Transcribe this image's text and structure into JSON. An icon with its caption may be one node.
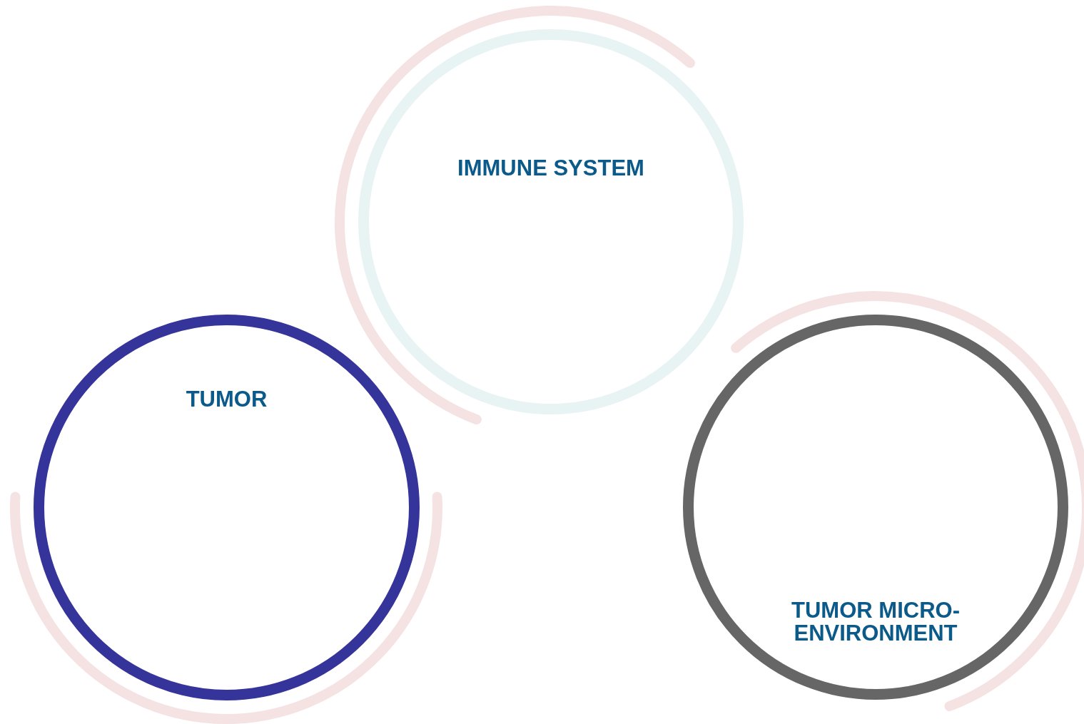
{
  "diagram": {
    "nodes": [
      {
        "text": [
          "IMMUNE SYSTEM"
        ]
      },
      {
        "text": [
          "TUMOR"
        ]
      },
      {
        "text": [
          "TUMOR MICRO- ENVIRONMENT"
        ]
      }
    ]
  }
}
